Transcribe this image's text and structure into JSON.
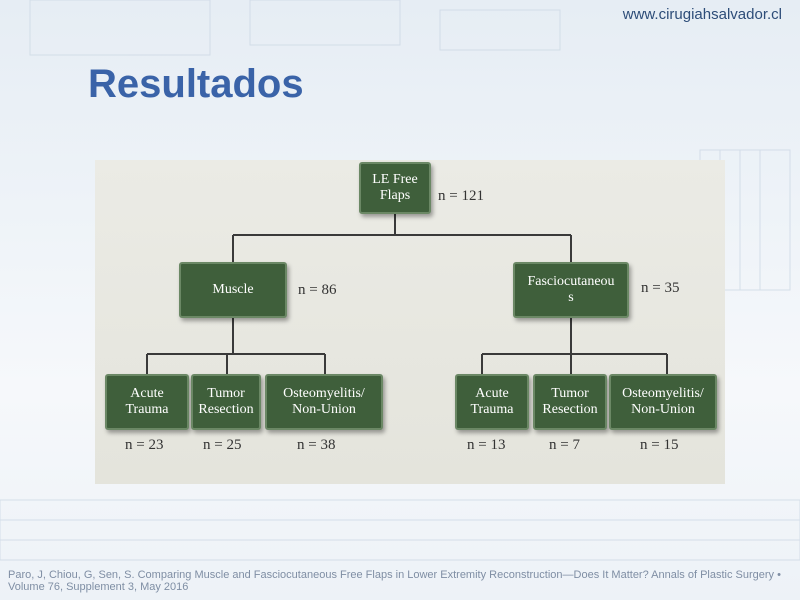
{
  "header": {
    "site_url": "www.cirugiahsalvador.cl",
    "title": "Resultados"
  },
  "diagram": {
    "root": {
      "label": "LE Free\nFlaps",
      "n": "n = 121"
    },
    "muscle": {
      "label": "Muscle",
      "n": "n = 86"
    },
    "fascio": {
      "label": "Fasciocutaneou\ns",
      "n": "n = 35"
    },
    "muscle_children": [
      {
        "label": "Acute\nTrauma",
        "n": "n = 23"
      },
      {
        "label": "Tumor\nResection",
        "n": "n = 25"
      },
      {
        "label": "Osteomyelitis/\nNon-Union",
        "n": "n = 38"
      }
    ],
    "fascio_children": [
      {
        "label": "Acute\nTrauma",
        "n": "n = 13"
      },
      {
        "label": "Tumor\nResection",
        "n": "n = 7"
      },
      {
        "label": "Osteomyelitis/\nNon-Union",
        "n": "n = 15"
      }
    ]
  },
  "footer": {
    "citation": "Paro, J, Chiou, G, Sen, S. Comparing Muscle and Fasciocutaneous Free Flaps in Lower Extremity Reconstruction—Does It Matter? Annals of Plastic Surgery • Volume 76, Supplement 3, May 2016"
  }
}
